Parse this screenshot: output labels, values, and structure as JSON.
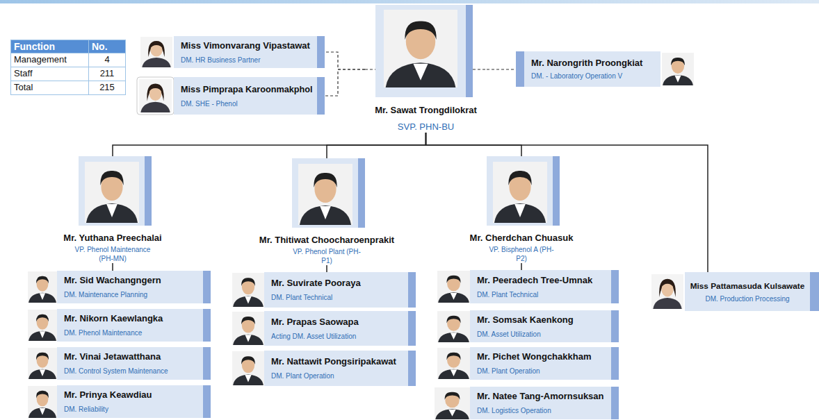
{
  "diagram": {
    "nodes": [
      {
        "text": [
          "Miss  Vimonvarang Vipastawat",
          "DM. HR Business Partner"
        ]
      },
      {
        "text": [
          "Mr. Sawat Trongdilokrat",
          "SVP. PHN-BU"
        ]
      },
      {
        "text": [
          "Mr. Narongrith Proongkiat",
          "DM. - Laboratory Operation V"
        ]
      },
      {
        "text": [
          "Miss Pimprapa Karoonmakphol",
          "DM. SHE - Phenol"
        ]
      },
      {
        "text": [
          "Mr. Yuthana Preechalai",
          "VP. Phenol Maintenance (PH-MN)"
        ]
      },
      {
        "text": [
          "Mr. Thitiwat Choocharoenprakit",
          "VP. Phenol Plant (PH-P1)"
        ]
      },
      {
        "text": [
          "Mr. Cherdchan Chuasuk",
          "VP. Bisphenol A (PH-P2)"
        ]
      },
      {
        "text": [
          "Miss  Pattamasuda Kulsawate",
          "DM. Production Processing"
        ]
      },
      {
        "text": [
          "Mr. Sid Wachangngern",
          "DM. Maintenance Planning"
        ]
      },
      {
        "text": [
          "Mr. Nikorn Kaewlangka",
          "DM. Phenol Maintenance"
        ]
      },
      {
        "text": [
          "Mr. Vinai Jetawatthana",
          "DM. Control System Maintenance"
        ]
      },
      {
        "text": [
          "Mr. Prinya Keawdiau",
          "DM. Reliability"
        ]
      },
      {
        "text": [
          "Mr. Suvirate Pooraya",
          "DM. Plant Technical"
        ]
      },
      {
        "text": [
          "Mr. Prapas Saowapa",
          "Acting DM. Asset Utilization"
        ]
      },
      {
        "text": [
          "Mr. Nattawit Pongsiripakawat",
          "DM. Plant Operation"
        ]
      },
      {
        "text": [
          "Mr. Peeradech Tree-Umnak",
          "DM. Plant Technical"
        ]
      },
      {
        "text": [
          "Mr. Somsak Kaenkong",
          "DM. Asset Utilization"
        ]
      },
      {
        "text": [
          "Mr. Pichet Wongchakkham",
          "DM. Plant Operation"
        ]
      },
      {
        "text": [
          "Mr. Natee Tang-Amornsuksan",
          "DM. Logistics Operation"
        ]
      }
    ],
    "edges": [
      {
        "from": 1,
        "to": 0,
        "arrow": "none"
      },
      {
        "from": 1,
        "to": 3,
        "arrow": "none"
      },
      {
        "from": 1,
        "to": 2,
        "arrow": "none"
      },
      {
        "from": 1,
        "to": 4,
        "arrow": "none"
      },
      {
        "from": 1,
        "to": 5,
        "arrow": "none"
      },
      {
        "from": 1,
        "to": 6,
        "arrow": "none"
      },
      {
        "from": 1,
        "to": 7,
        "arrow": "none"
      },
      {
        "from": 4,
        "to": 8,
        "arrow": "none"
      },
      {
        "from": 5,
        "to": 12,
        "arrow": "none"
      },
      {
        "from": 6,
        "to": 15,
        "arrow": "none"
      }
    ],
    "labels": [
      "Function",
      "No.",
      "Management",
      "4",
      "Staff",
      "211",
      "Total",
      "215"
    ]
  }
}
